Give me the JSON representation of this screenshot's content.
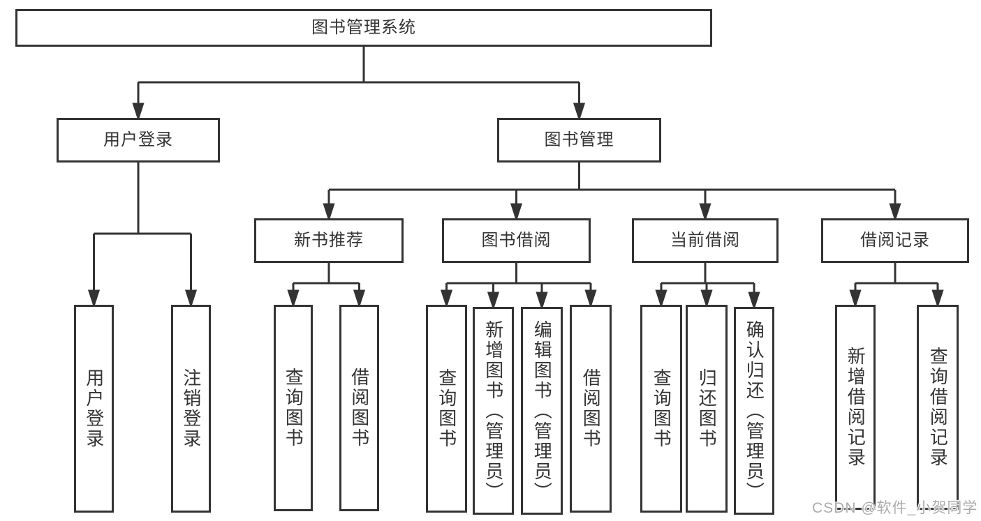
{
  "tree": {
    "root": {
      "label": "图书管理系统"
    },
    "branches": [
      {
        "label": "用户登录",
        "children": [
          {
            "label": "用户登录"
          },
          {
            "label": "注销登录"
          }
        ]
      },
      {
        "label": "图书管理",
        "children": [
          {
            "label": "新书推荐",
            "children": [
              {
                "label": "查询图书"
              },
              {
                "label": "借阅图书"
              }
            ]
          },
          {
            "label": "图书借阅",
            "children": [
              {
                "label": "查询图书"
              },
              {
                "label": "新增图书（管理员）"
              },
              {
                "label": "编辑图书（管理员）"
              },
              {
                "label": "借阅图书"
              }
            ]
          },
          {
            "label": "当前借阅",
            "children": [
              {
                "label": "查询图书"
              },
              {
                "label": "归还图书"
              },
              {
                "label": "确认归还（管理员）"
              }
            ]
          },
          {
            "label": "借阅记录",
            "children": [
              {
                "label": "新增借阅记录"
              },
              {
                "label": "查询借阅记录"
              }
            ]
          }
        ]
      }
    ]
  },
  "watermark": {
    "text": "CSDN @软件_小贺同学"
  },
  "colors": {
    "line": "#333333",
    "box_background": "#ffffff",
    "page_background": "#ffffff",
    "watermark": "#a8a8a8"
  }
}
